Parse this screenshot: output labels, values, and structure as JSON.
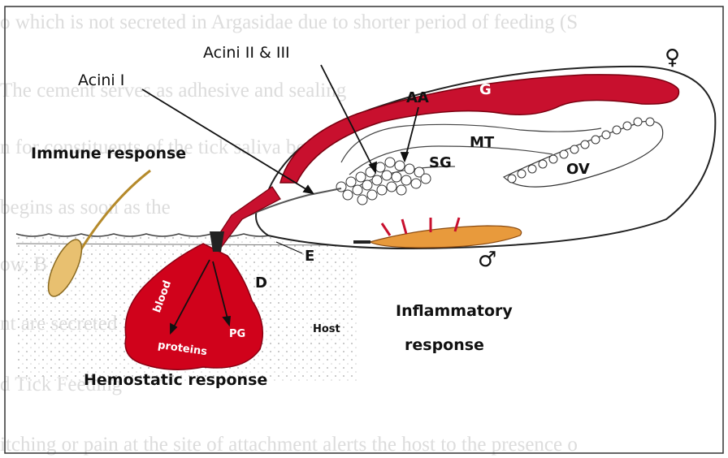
{
  "background_text": {
    "line1": "o which is not secreted in Argasidae due to shorter period of feeding (S",
    "line2": "The cement serves as adhesive and sealing",
    "line3": "n for constituents of the tick saliva between blood pool and the sa",
    "line4": "begins as soon as the",
    "line5": "ow, B",
    "line6": "nt are secreted",
    "line7": "d Tick Feeding",
    "line8": "itching or pain at the site of attachment alerts the host to the presence o"
  },
  "labels": {
    "acini_1": "Acini I",
    "acini_23": "Acini II & III",
    "aa": "AA",
    "g": "G",
    "female": "♀",
    "male": "♂",
    "mt": "MT",
    "sg": "SG",
    "ov": "OV",
    "immune": "Immune response",
    "e": "E",
    "d": "D",
    "inflammatory_1": "Inflammatory",
    "inflammatory_2": "response",
    "host": "Host",
    "hemostatic": "Hemostatic response",
    "blood": "blood",
    "proteins": "proteins",
    "pg": "PG"
  },
  "colors": {
    "tick_red": "#c8102e",
    "host_red": "#d0021b",
    "outline": "#222222",
    "ghost_text": "#dcdcdc",
    "hair": "#e8c070"
  }
}
